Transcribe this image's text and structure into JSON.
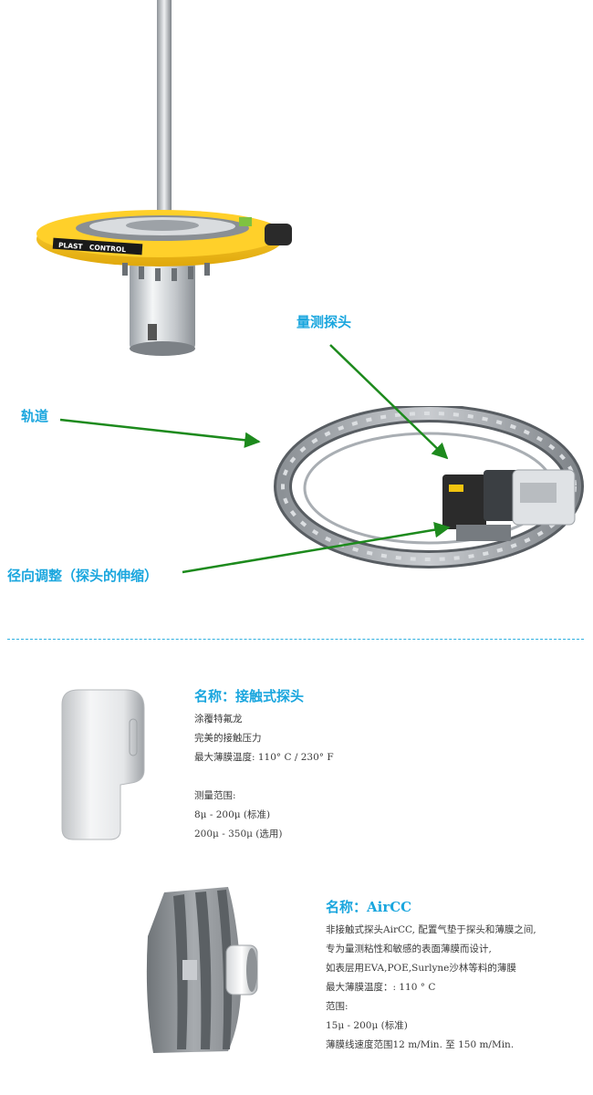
{
  "callouts": {
    "probe": "量测探头",
    "track": "轨道",
    "radial": "径向调整（探头的伸缩）"
  },
  "logo": {
    "left": "PLAST",
    "right": "CONTROL"
  },
  "contact_probe": {
    "title": "名称：接触式探头",
    "lines": [
      "涂覆特氟龙",
      "完美的接触压力",
      "最大薄膜温度: 110° C / 230° F",
      "",
      "测量范围:",
      "8μ - 200μ (标准)",
      "200μ - 350μ (选用)"
    ]
  },
  "aircc": {
    "title": "名称：AirCC",
    "lines": [
      "非接触式探头AirCC, 配置气垫于探头和薄膜之间,",
      "专为量测粘性和敏感的表面薄膜而设计,",
      "如表层用EVA,POE,Surlyne沙林等料的薄膜",
      "最大薄膜温度：: 110 ° C",
      "范围:",
      "15μ - 200μ (标准)",
      "薄膜线速度范围12 m/Min. 至 150 m/Min."
    ]
  },
  "colors": {
    "accent": "#1aa6de",
    "arrow": "#1d8a1d",
    "ring_yellow": "#f3c21b"
  }
}
